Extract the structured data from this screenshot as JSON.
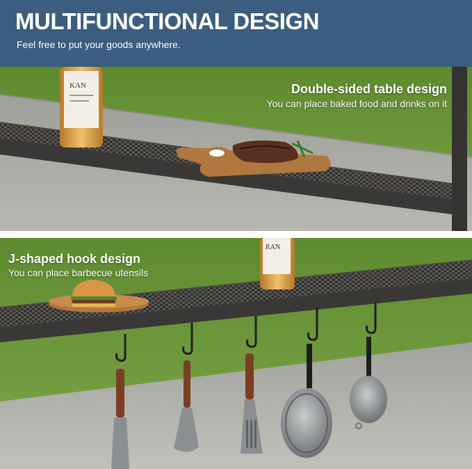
{
  "header": {
    "title": "MULTIFUNCTIONAL DESIGN",
    "subtitle": "Feel free to put your goods anywhere.",
    "background_color": "#3b5d7f"
  },
  "panel_top": {
    "title": "Double-sided table design",
    "subtitle": "You can place baked food and drinks on it"
  },
  "panel_bottom": {
    "title": "J-shaped hook design",
    "subtitle": "You can place barbecue utensils"
  },
  "colors": {
    "grass": "#6f9a3a",
    "path": "#a9a9a4",
    "shelf": "#3a3836",
    "wood": "#b0783f",
    "bottle": "#d9a24e",
    "pan": "#8f9294"
  }
}
